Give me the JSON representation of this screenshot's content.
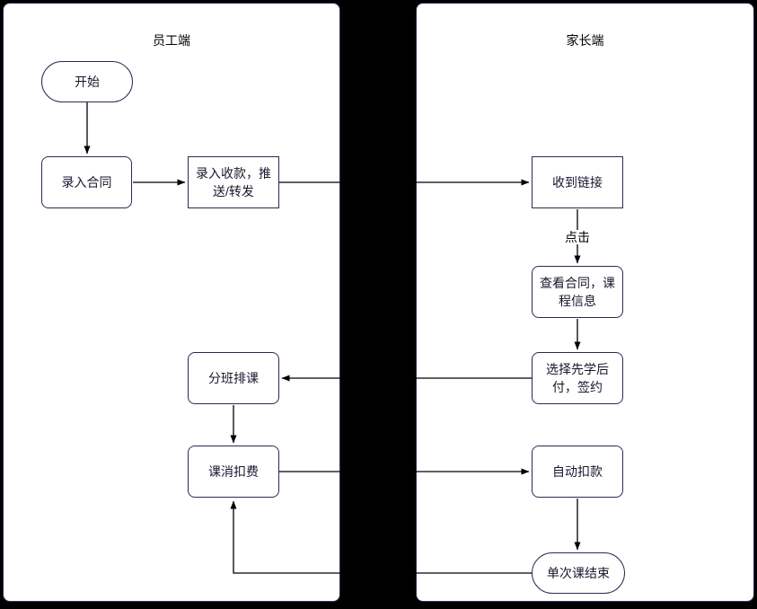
{
  "lanes": [
    {
      "title": "员工端"
    },
    {
      "title": "家长端"
    }
  ],
  "nodes": [
    {
      "id": "start",
      "label": "开始",
      "shape": "stadium",
      "lane": "员工端"
    },
    {
      "id": "enter-contract",
      "label": "录入合同",
      "shape": "rounded-rect",
      "lane": "员工端"
    },
    {
      "id": "enter-payment-push",
      "label": "录入收款，推送/转发",
      "shape": "rect",
      "lane": "员工端"
    },
    {
      "id": "class-scheduling",
      "label": "分班排课",
      "shape": "rounded-rect",
      "lane": "员工端"
    },
    {
      "id": "lesson-fee-deduction",
      "label": "课消扣费",
      "shape": "rounded-rect",
      "lane": "员工端"
    },
    {
      "id": "receive-link",
      "label": "收到链接",
      "shape": "rect",
      "lane": "家长端"
    },
    {
      "id": "view-contract-course",
      "label": "查看合同，课程信息",
      "shape": "rounded-rect",
      "lane": "家长端"
    },
    {
      "id": "choose-pay-after-sign",
      "label": "选择先学后付，签约",
      "shape": "rounded-rect",
      "lane": "家长端"
    },
    {
      "id": "auto-deduct",
      "label": "自动扣款",
      "shape": "rounded-rect",
      "lane": "家长端"
    },
    {
      "id": "single-lesson-end",
      "label": "单次课结束",
      "shape": "stadium",
      "lane": "家长端"
    }
  ],
  "edges": [
    {
      "from": "开始",
      "to": "录入合同",
      "label": ""
    },
    {
      "from": "录入合同",
      "to": "录入收款，推送/转发",
      "label": ""
    },
    {
      "from": "录入收款，推送/转发",
      "to": "收到链接",
      "label": ""
    },
    {
      "from": "收到链接",
      "to": "查看合同，课程信息",
      "label": "点击"
    },
    {
      "from": "查看合同，课程信息",
      "to": "选择先学后付，签约",
      "label": ""
    },
    {
      "from": "选择先学后付，签约",
      "to": "分班排课",
      "label": ""
    },
    {
      "from": "分班排课",
      "to": "课消扣费",
      "label": ""
    },
    {
      "from": "课消扣费",
      "to": "自动扣款",
      "label": ""
    },
    {
      "from": "自动扣款",
      "to": "单次课结束",
      "label": ""
    },
    {
      "from": "单次课结束",
      "to": "课消扣费",
      "label": ""
    }
  ],
  "edge_labels": [
    {
      "text": "点击"
    }
  ],
  "colors": {
    "canvas_bg": "#000000",
    "panel_bg": "#ffffff",
    "node_border": "#2b2a52",
    "line": "#000000",
    "text": "#17172e"
  }
}
